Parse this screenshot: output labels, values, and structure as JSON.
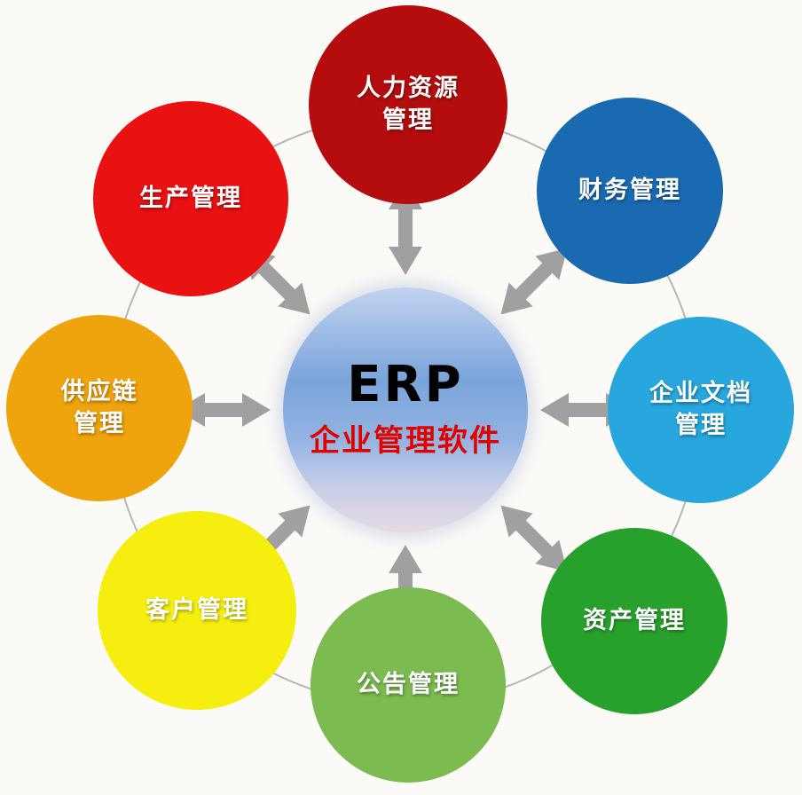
{
  "diagram": {
    "title": "ERP 企业管理软件 diagram",
    "background": "#fbfaf7",
    "center": {
      "title": "ERP",
      "subtitle": "企业管理软件",
      "title_color": "#000000",
      "subtitle_color": "#dd0400",
      "fill": "blue gradient"
    },
    "nodes": [
      {
        "id": "human-resources",
        "line1": "人力资源",
        "line2": "管理",
        "color": "#b50d0d",
        "position": "top"
      },
      {
        "id": "finance",
        "line1": "财务管理",
        "line2": "",
        "color": "#1a6ab2",
        "position": "top-right"
      },
      {
        "id": "enterprise-docs",
        "line1": "企业文档",
        "line2": "管理",
        "color": "#27a7dd",
        "position": "right"
      },
      {
        "id": "assets",
        "line1": "资产管理",
        "line2": "",
        "color": "#28a12c",
        "position": "bottom-right"
      },
      {
        "id": "announcements",
        "line1": "公告管理",
        "line2": "",
        "color": "#7cbb4f",
        "position": "bottom"
      },
      {
        "id": "customers",
        "line1": "客户管理",
        "line2": "",
        "color": "#f5ee0f",
        "position": "bottom-left"
      },
      {
        "id": "supply-chain",
        "line1": "供应链",
        "line2": "管理",
        "color": "#efa30d",
        "position": "left"
      },
      {
        "id": "production",
        "line1": "生产管理",
        "line2": "",
        "color": "#e91111",
        "position": "top-left"
      }
    ],
    "connector": {
      "arrow_color": "#a0a0a0",
      "ring_color": "#b6b6b6",
      "style": "double-headed arrows from center to each node, thin ring through outer nodes"
    }
  }
}
